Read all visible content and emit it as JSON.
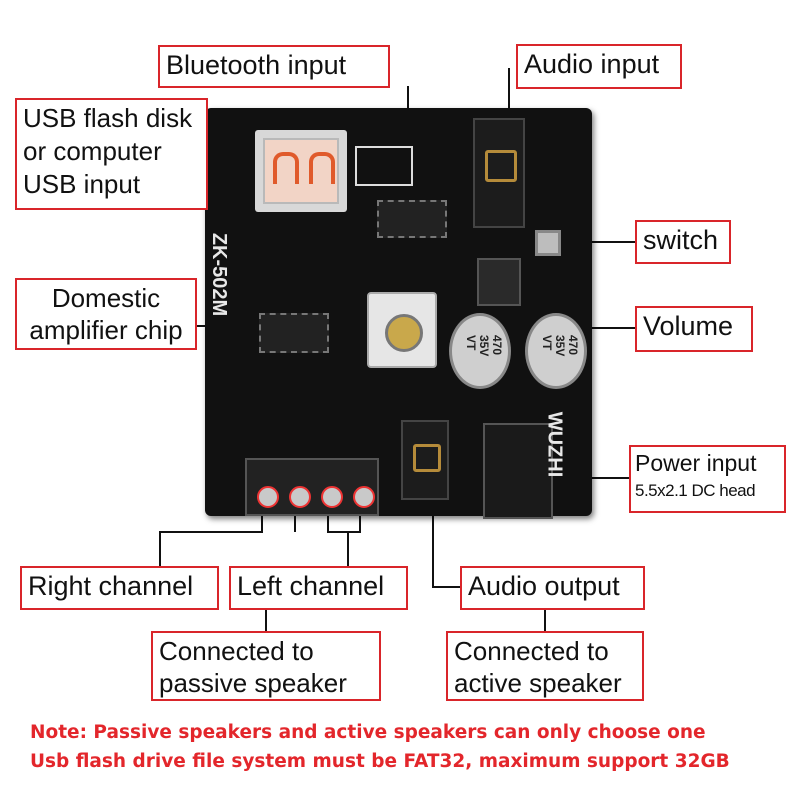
{
  "labels": {
    "bluetooth_input": "Bluetooth input",
    "audio_input": "Audio input",
    "usb_input": [
      "USB flash disk",
      "or computer",
      "USB input"
    ],
    "switch": "switch",
    "domestic_chip": [
      "Domestic",
      "amplifier chip"
    ],
    "volume": "Volume",
    "power_input": "Power input",
    "power_input_detail": "5.5x2.1 DC head",
    "right_channel": "Right channel",
    "left_channel": "Left channel",
    "audio_output": "Audio output",
    "passive_speaker": [
      "Connected to",
      "passive speaker"
    ],
    "active_speaker": [
      "Connected to",
      "active speaker"
    ]
  },
  "board": {
    "model": "ZK-502M",
    "brand": "WUZHI",
    "cap_value": "470",
    "cap_voltage": "35V",
    "cap_mark": "VT"
  },
  "notes": [
    "Note: Passive speakers and active speakers can only choose one",
    "Usb flash drive file system must be FAT32, maximum support 32GB"
  ],
  "colors": {
    "accent": "#d9252a",
    "board": "#111111",
    "note": "#e3262b"
  }
}
